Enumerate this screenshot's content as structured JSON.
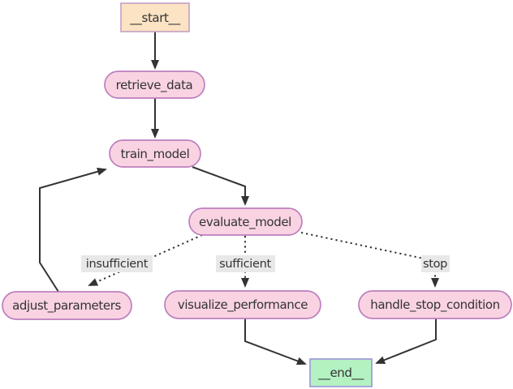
{
  "diagram": {
    "type": "flowchart",
    "nodes": {
      "start": {
        "label": "__start__"
      },
      "retrieve_data": {
        "label": "retrieve_data"
      },
      "train_model": {
        "label": "train_model"
      },
      "evaluate_model": {
        "label": "evaluate_model"
      },
      "adjust_parameters": {
        "label": "adjust_parameters"
      },
      "visualize_performance": {
        "label": "visualize_performance"
      },
      "handle_stop_condition": {
        "label": "handle_stop_condition"
      },
      "end": {
        "label": "__end__"
      }
    },
    "edges": [
      {
        "from": "__start__",
        "to": "retrieve_data",
        "style": "solid",
        "label": ""
      },
      {
        "from": "retrieve_data",
        "to": "train_model",
        "style": "solid",
        "label": ""
      },
      {
        "from": "train_model",
        "to": "evaluate_model",
        "style": "solid",
        "label": ""
      },
      {
        "from": "adjust_parameters",
        "to": "train_model",
        "style": "solid",
        "label": ""
      },
      {
        "from": "evaluate_model",
        "to": "adjust_parameters",
        "style": "dotted",
        "label": "insufficient"
      },
      {
        "from": "evaluate_model",
        "to": "visualize_performance",
        "style": "dotted",
        "label": "sufficient"
      },
      {
        "from": "evaluate_model",
        "to": "handle_stop_condition",
        "style": "dotted",
        "label": "stop"
      },
      {
        "from": "visualize_performance",
        "to": "__end__",
        "style": "solid",
        "label": ""
      },
      {
        "from": "handle_stop_condition",
        "to": "__end__",
        "style": "solid",
        "label": ""
      }
    ],
    "edge_labels": {
      "insufficient": "insufficient",
      "sufficient": "sufficient",
      "stop": "stop"
    },
    "colors": {
      "start_fill": "#fbe3c3",
      "start_border": "#c6a4c6",
      "node_fill": "#f9d3e2",
      "node_border": "#bd7ebe",
      "end_fill": "#b4f2c2",
      "end_border": "#a09ad8",
      "edge": "#333333",
      "text": "#333333",
      "edge_label_bg": "#e8e8e8",
      "background": "#ffffff"
    }
  }
}
